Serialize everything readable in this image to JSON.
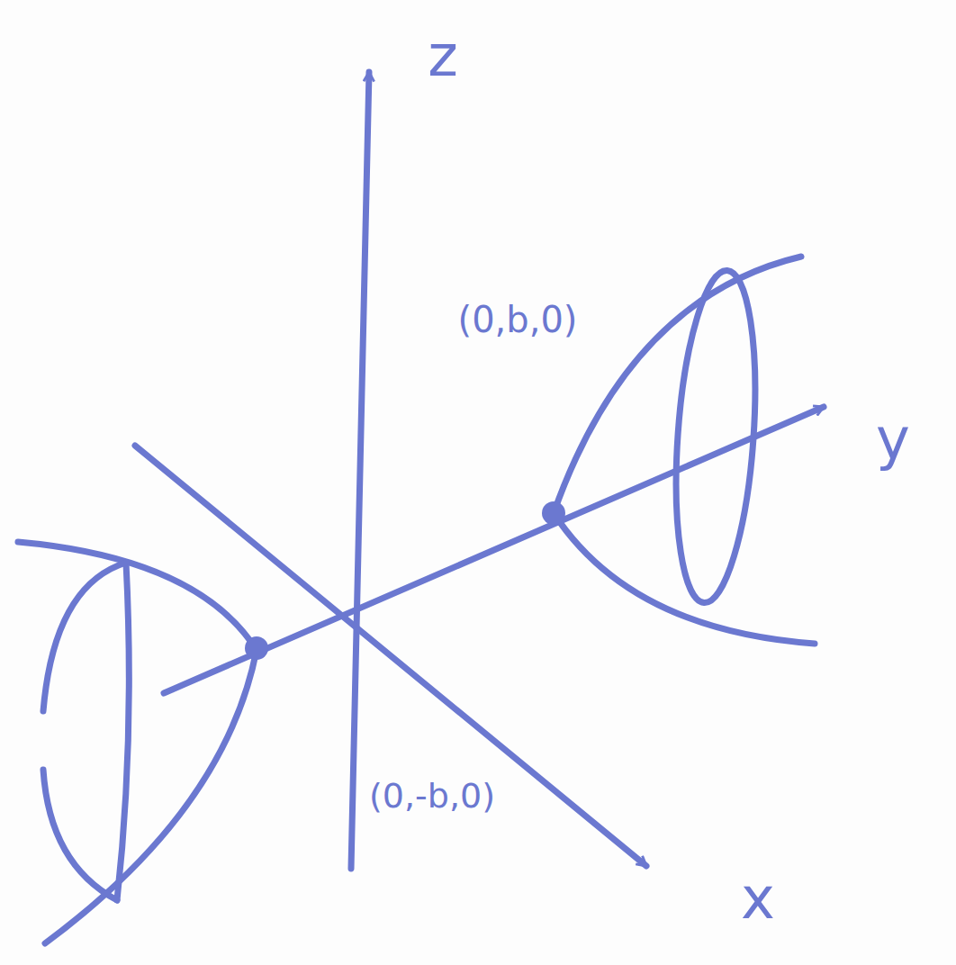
{
  "diagram": {
    "labels": [
      "z",
      "y",
      "x",
      "(0,b,0)",
      "(0,-b,0)"
    ]
  }
}
